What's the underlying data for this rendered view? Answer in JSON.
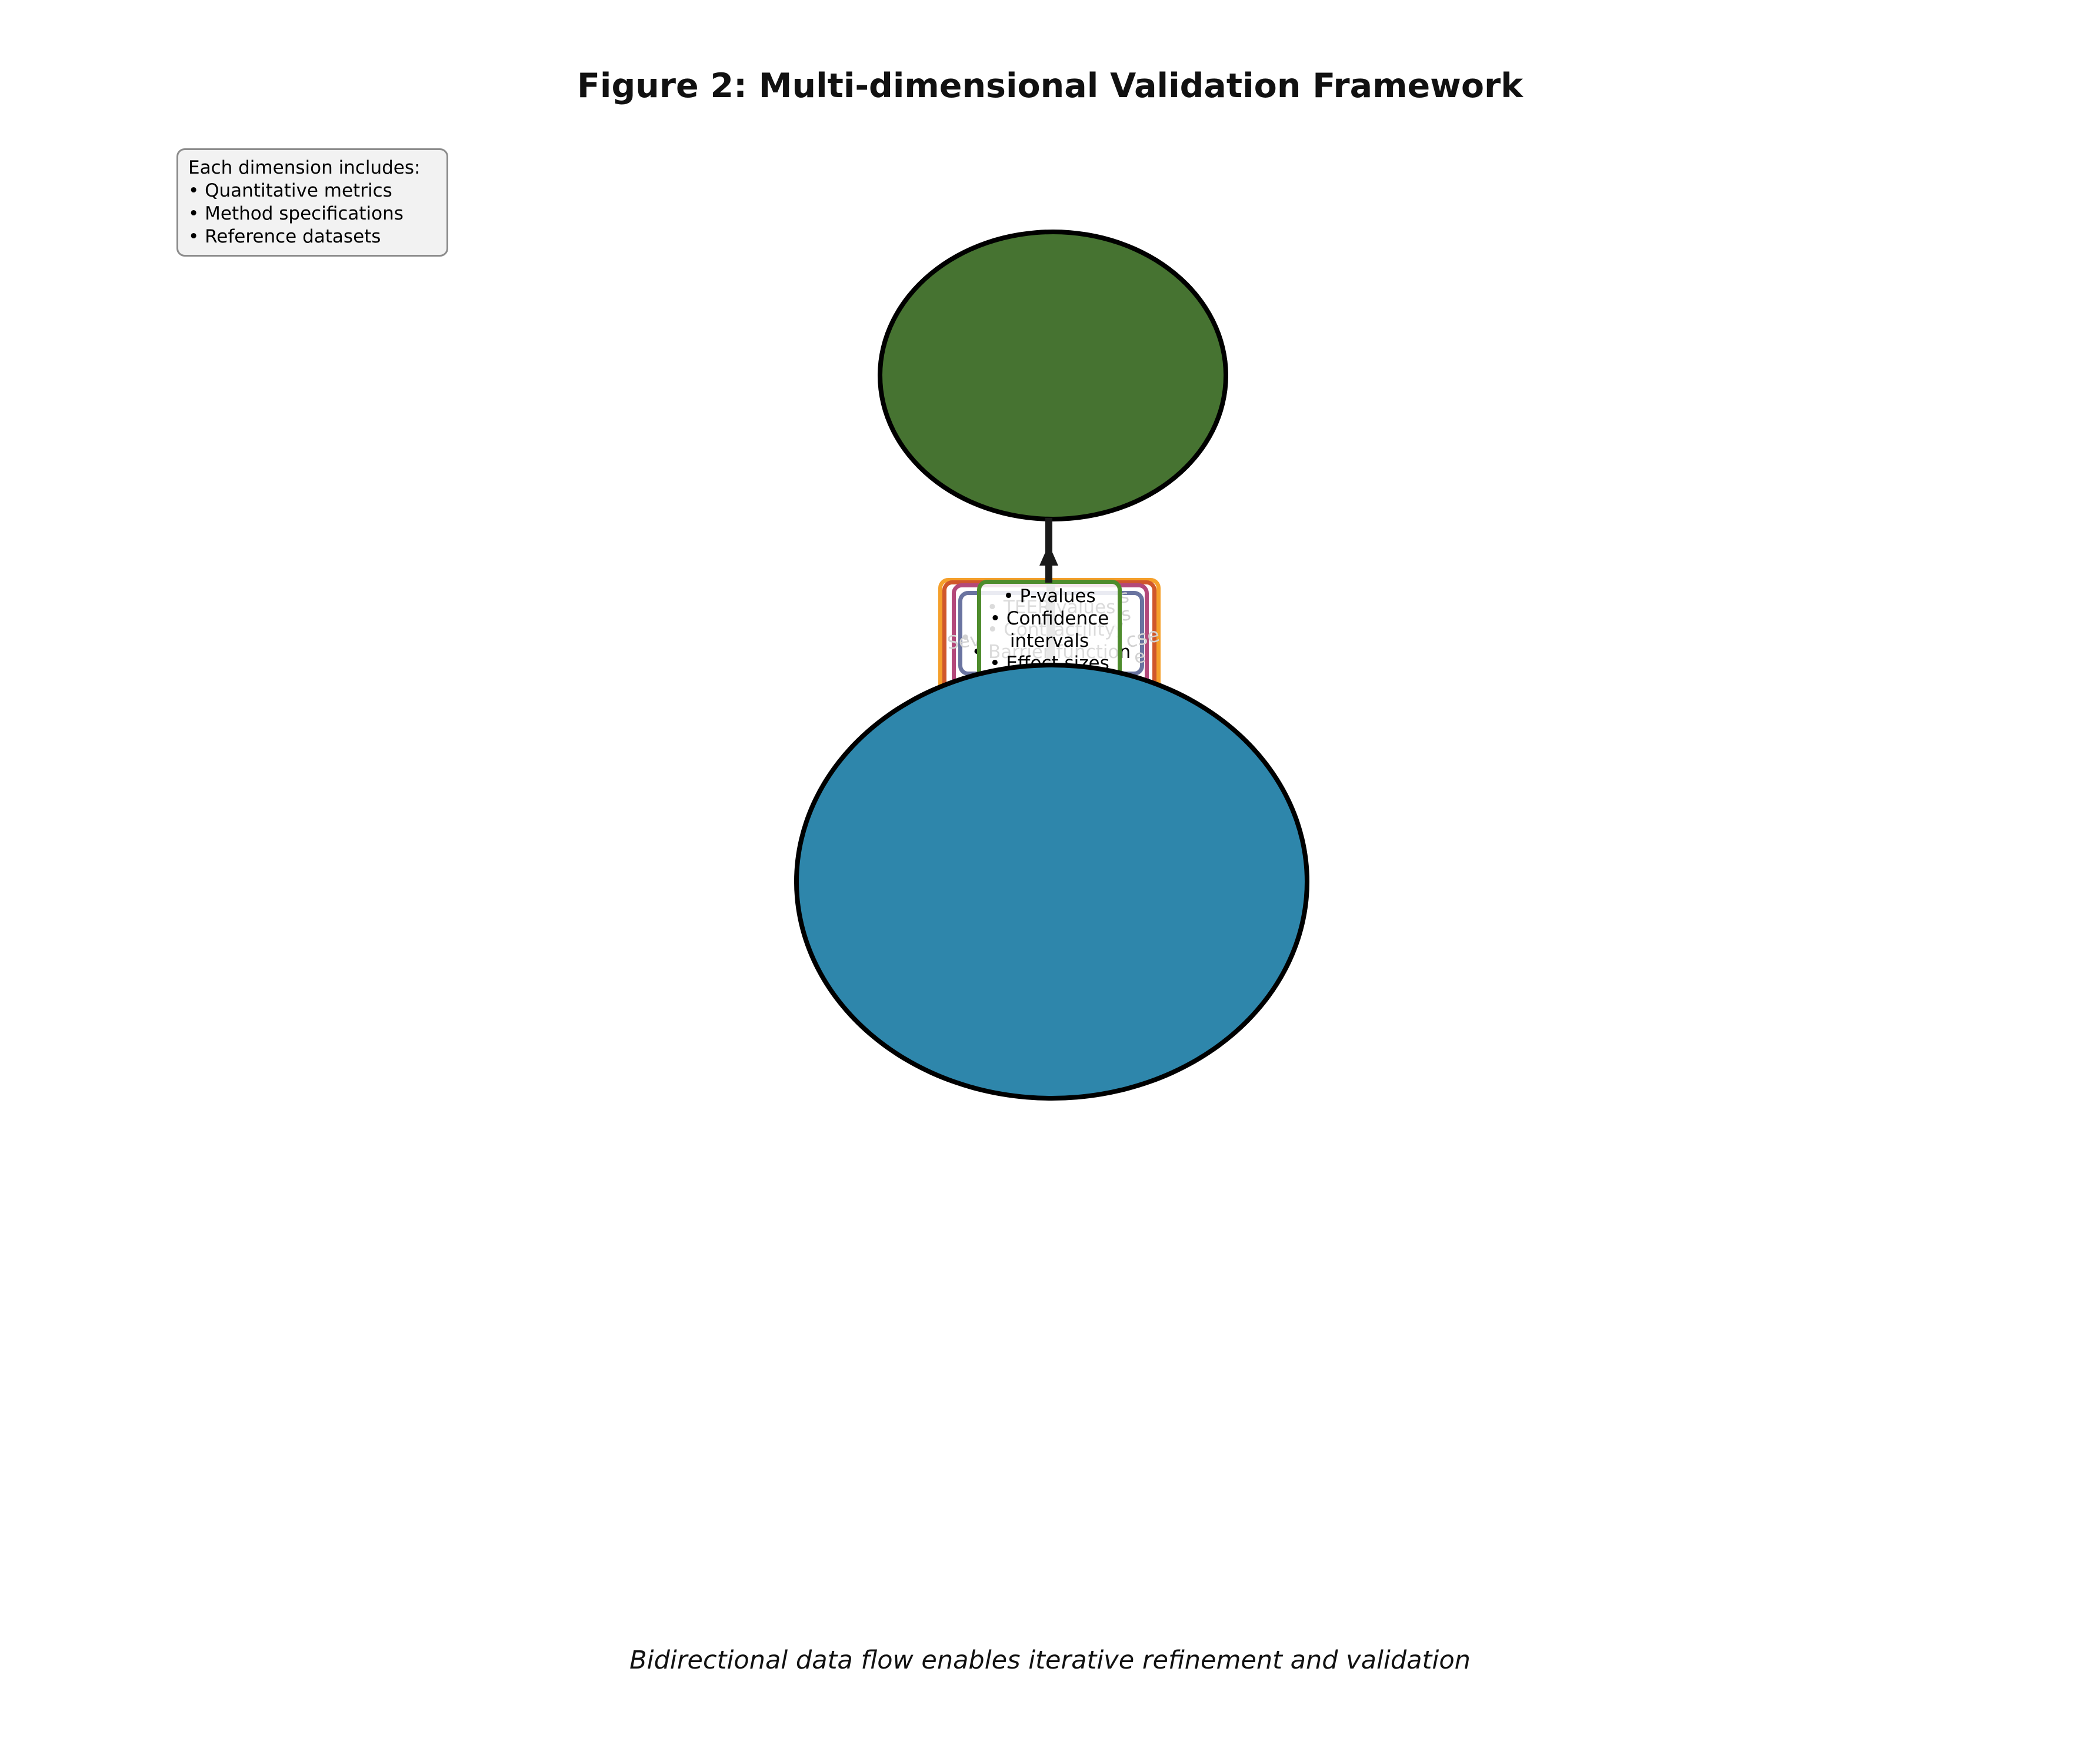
{
  "figure": {
    "title": "Figure 2: Multi-dimensional Validation Framework",
    "caption": "Bidirectional data flow enables iterative refinement and validation"
  },
  "legend": {
    "heading": "Each dimension includes:",
    "items": [
      "• Quantitative metrics",
      "• Method specifications",
      "• Reference datasets"
    ]
  },
  "diagram": {
    "top_node": {
      "shape": "ellipse",
      "fill_color": "#467331",
      "outline_color": "#000000",
      "label": ""
    },
    "bottom_node": {
      "shape": "ellipse",
      "fill_color": "#2E86AB",
      "outline_color": "#000000",
      "label": ""
    },
    "connector": {
      "direction": "up",
      "color": "#1a1a1a"
    },
    "stacked_boxes": [
      {
        "id": "amber",
        "border_color": "#F5A02B",
        "lines": [
          "",
          "",
          ""
        ]
      },
      {
        "id": "vermilion",
        "border_color": "#D0572A",
        "lines": [
          "",
          "",
          ""
        ]
      },
      {
        "id": "magenta",
        "border_color": "#B3487A",
        "lines": [
          "",
          "",
          ""
        ]
      },
      {
        "id": "slate",
        "border_color": "#6A74A0",
        "lines": [
          "• TEER values",
          "• Contractility",
          "• Barrier function"
        ]
      },
      {
        "id": "green",
        "border_color": "#4E8C2D",
        "lines": [
          "• P-values",
          "• Confidence intervals",
          "• Effect sizes"
        ]
      }
    ],
    "faded_fragments": [
      {
        "text": "s"
      },
      {
        "text": "y"
      },
      {
        "text": "cse"
      },
      {
        "text": "e"
      },
      {
        "text": "Sev"
      },
      {
        "text": "•"
      },
      {
        "text": "s"
      }
    ]
  },
  "palette": {
    "background": "#FFFFFF",
    "legend_fill": "#F2F2F2",
    "legend_border": "#8C8C8C",
    "text": "#111111",
    "faded_text": "#D2D2D2"
  }
}
